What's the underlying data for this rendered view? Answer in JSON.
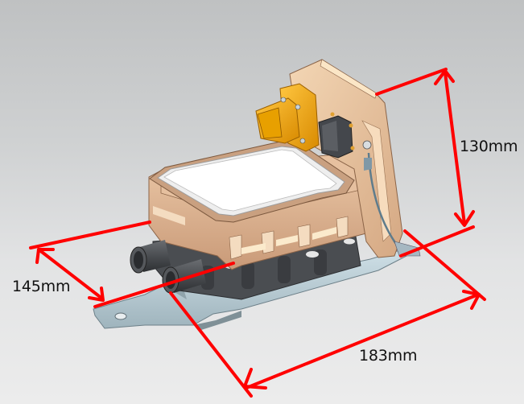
{
  "figure": {
    "subject": "Electronic control unit / heater assembly CAD model with overall dimensions",
    "background_color": "#d6d7d8"
  },
  "dimensions": {
    "height": {
      "label": "130mm",
      "value": 130,
      "unit": "mm"
    },
    "width": {
      "label": "145mm",
      "value": 145,
      "unit": "mm"
    },
    "length": {
      "label": "183mm",
      "value": 183,
      "unit": "mm"
    }
  },
  "colors": {
    "dimension_line": "#ff0000",
    "housing": "#e0b89a",
    "housing_dark": "#b98c6c",
    "lid": "#ffffff",
    "connector_orange": "#f0a800",
    "connector_dark": "#3c3f44",
    "base_dark": "#45484c",
    "bracket": "#b8ccd4",
    "text": "#111111"
  },
  "components": [
    "top-lid",
    "housing",
    "front-panel",
    "orange-connector",
    "black-connector",
    "ground-cable",
    "coolant-pipe-upper",
    "coolant-pipe-lower",
    "base-plate",
    "mounting-bracket"
  ]
}
